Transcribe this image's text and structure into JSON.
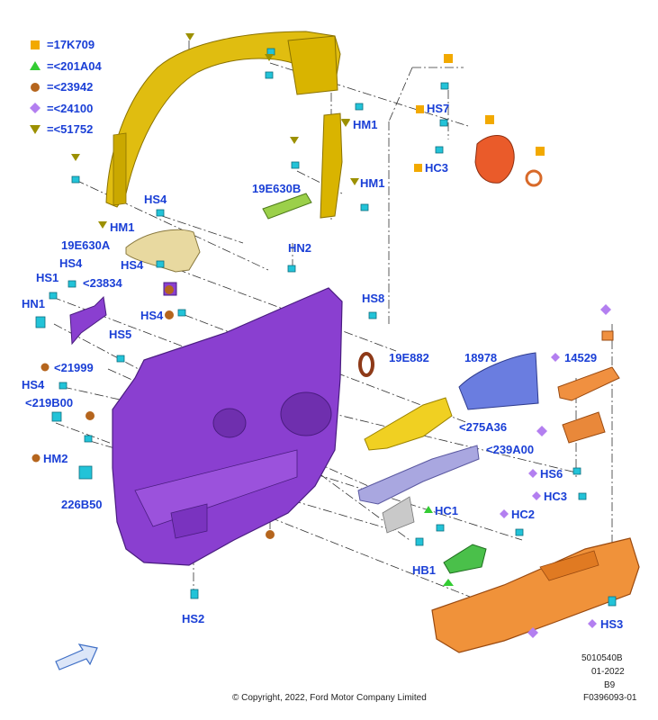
{
  "legend": [
    {
      "symbol": "square",
      "color": "#f2a900",
      "text": "17K709"
    },
    {
      "symbol": "triangle-up",
      "color": "#33cc33",
      "text": "<201A04"
    },
    {
      "symbol": "circle",
      "color": "#b5651d",
      "text": "<23942"
    },
    {
      "symbol": "diamond",
      "color": "#b37ff0",
      "text": "<24100"
    },
    {
      "symbol": "triangle-down",
      "color": "#9c9000",
      "text": "<51752"
    }
  ],
  "callouts": {
    "hm1_a": "HM1",
    "hs7": "HS7",
    "hc3_a": "HC3",
    "hm1_b": "HM1",
    "part_19e630b": "19E630B",
    "hs4_a": "HS4",
    "hm1_c": "HM1",
    "part_19e630a": "19E630A",
    "hn2": "HN2",
    "hs4_b": "HS4",
    "hs1": "HS1",
    "hs4_c": "HS4",
    "part_23834": "<23834",
    "hn1": "HN1",
    "hs8": "HS8",
    "hs4_d": "HS4",
    "hs5": "HS5",
    "part_19e882": "19E882",
    "part_18978": "18978",
    "part_14529": "14529",
    "part_21999": "<21999",
    "hs4_e": "HS4",
    "part_219b00": "<219B00",
    "part_275a36": "<275A36",
    "part_239a00": "<239A00",
    "hm2": "HM2",
    "hs6": "HS6",
    "hc3_b": "HC3",
    "part_226b50": "226B50",
    "hc1": "HC1",
    "hc2": "HC2",
    "hb1": "HB1",
    "hs2": "HS2",
    "hs3": "HS3"
  },
  "footer": {
    "copyright": "© Copyright, 2022, Ford Motor Company Limited",
    "code1": "5010540B",
    "date": "01-2022",
    "code2": "B9",
    "code3": "F0396093-01"
  },
  "colors": {
    "label_blue": "#1a3fd6",
    "panel_purple": "#8a3fd0",
    "frame_yellow": "#d9b400",
    "armrest_orange": "#f08a2a",
    "fastener_cyan": "#22c3d8"
  }
}
